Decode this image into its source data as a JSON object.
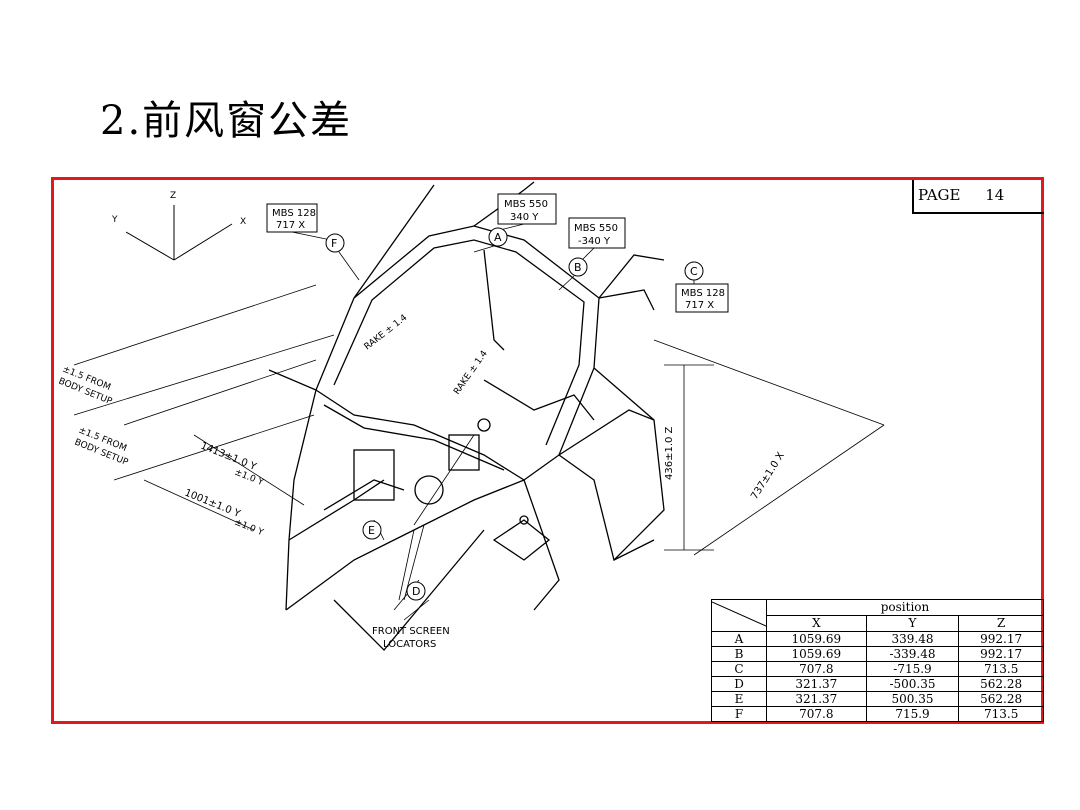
{
  "slide": {
    "title": "2.前风窗公差"
  },
  "page": {
    "label": "PAGE",
    "number": "14"
  },
  "axes": {
    "z": "Z",
    "y": "Y",
    "x": "X"
  },
  "callouts": {
    "F": {
      "letter": "F",
      "line1": "MBS 128",
      "line2": "717 X"
    },
    "A": {
      "letter": "A",
      "line1": "MBS 550",
      "line2": "340 Y"
    },
    "B": {
      "letter": "B",
      "line1": "MBS 550",
      "line2": "-340 Y"
    },
    "C": {
      "letter": "C",
      "line1": "MBS 128",
      "line2": "717 X"
    },
    "E": {
      "letter": "E"
    },
    "D": {
      "letter": "D"
    }
  },
  "annotations": {
    "rake1": "RAKE ± 1.4",
    "rake2": "RAKE ± 1.4",
    "setup1_a": "±1.5 FROM",
    "setup1_b": "BODY SETUP",
    "setup2_a": "±1.5 FROM",
    "setup2_b": "BODY SETUP",
    "dim1": "1413±1.0 Y",
    "dim1_tol": "±1.0 Y",
    "dim2": "1001±1.0 Y",
    "dim2_tol": "±1.0 Y",
    "dim_z": "436±1.0 Z",
    "dim_x": "737±1.0 X",
    "locators_a": "FRONT SCREEN",
    "locators_b": "LOCATORS"
  },
  "position_table": {
    "header": "position",
    "columns": [
      "X",
      "Y",
      "Z"
    ],
    "rows": [
      {
        "id": "A",
        "x": "1059.69",
        "y": "339.48",
        "z": "992.17"
      },
      {
        "id": "B",
        "x": "1059.69",
        "y": "-339.48",
        "z": "992.17"
      },
      {
        "id": "C",
        "x": "707.8",
        "y": "-715.9",
        "z": "713.5"
      },
      {
        "id": "D",
        "x": "321.37",
        "y": "-500.35",
        "z": "562.28"
      },
      {
        "id": "E",
        "x": "321.37",
        "y": "500.35",
        "z": "562.28"
      },
      {
        "id": "F",
        "x": "707.8",
        "y": "715.9",
        "z": "713.5"
      }
    ]
  }
}
